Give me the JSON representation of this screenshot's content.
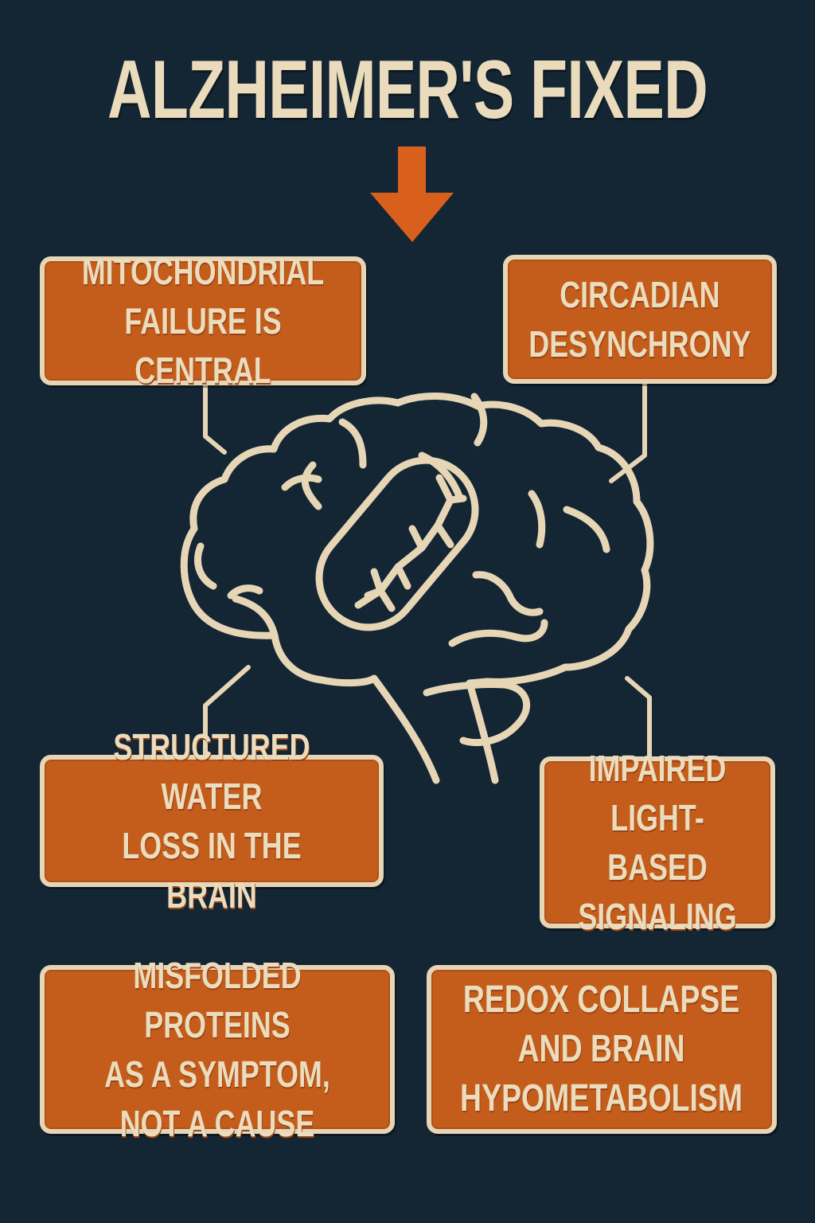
{
  "title": "ALZHEIMER'S FIXED",
  "colors": {
    "background": "#142633",
    "accent_orange": "#c45c1b",
    "arrow_orange": "#d9601c",
    "cream": "#e6d6b5"
  },
  "icons": {
    "arrow": "down-arrow-icon",
    "brain": "brain-icon",
    "mitochondrion": "mitochondrion-icon"
  },
  "boxes": [
    {
      "id": "mitochondrial",
      "label": "MITOCHONDRIAL\nFAILURE IS CENTRAL"
    },
    {
      "id": "circadian",
      "label": "CIRCADIAN\nDESYNCHRONY"
    },
    {
      "id": "structured-water",
      "label": "STRUCTURED WATER\nLOSS IN THE BRAIN"
    },
    {
      "id": "light-signaling",
      "label": "IMPAIRED\nLIGHT-BASED\nSIGNALING"
    },
    {
      "id": "misfolded-proteins",
      "label": "MISFOLDED PROTEINS\nAS A SYMPTOM,\nNOT A CAUSE"
    },
    {
      "id": "redox",
      "label": "REDOX COLLAPSE\nAND BRAIN\nHYPOMETABOLISM"
    }
  ]
}
